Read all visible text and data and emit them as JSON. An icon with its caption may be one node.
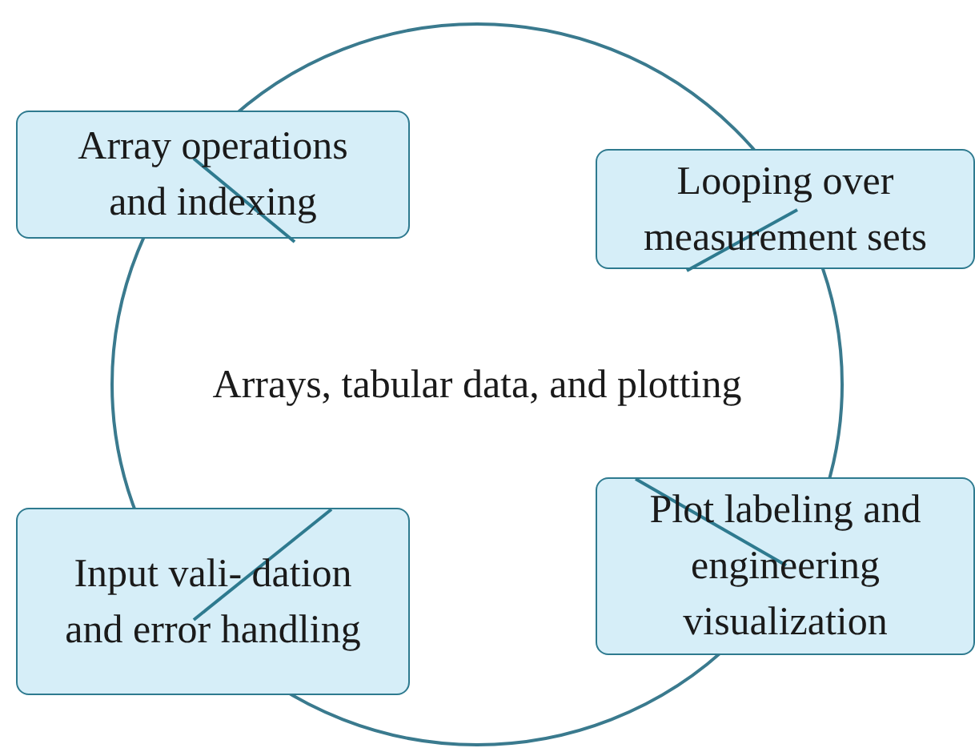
{
  "diagram": {
    "nodes": [
      {
        "text": [
          "Array operations and indexing"
        ]
      },
      {
        "text": [
          "Looping over measurement sets"
        ]
      },
      {
        "text": [
          "Arrays, tabular data, and plotting"
        ]
      },
      {
        "text": [
          "Input vali- dation and error handling"
        ]
      },
      {
        "text": [
          "Plot labeling and engineering visualization"
        ]
      }
    ]
  }
}
